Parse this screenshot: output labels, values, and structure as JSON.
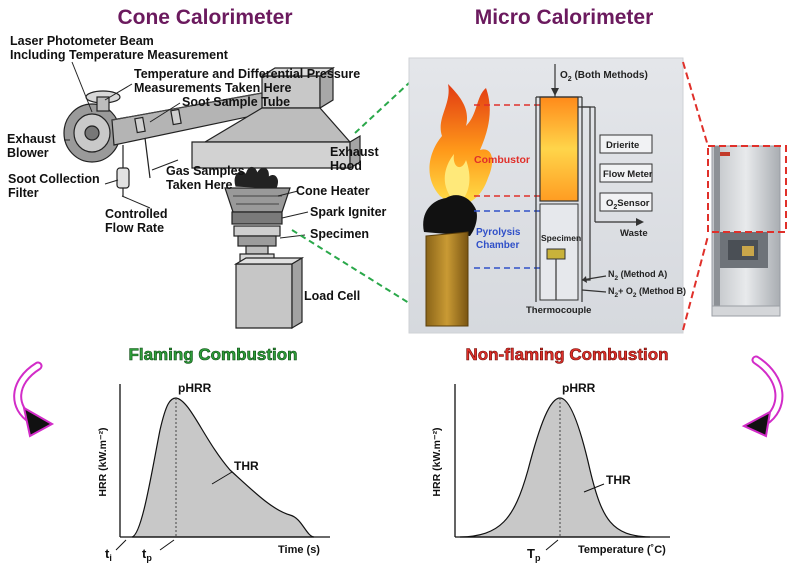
{
  "titles": {
    "cone": "Cone Calorimeter",
    "micro": "Micro Calorimeter",
    "flaming": "Flaming Combustion",
    "nonflaming": "Non-flaming Combustion"
  },
  "colors": {
    "cone_title": "#6b1a5e",
    "micro_title": "#6b1a5e",
    "flaming_text": "#2e9e3a",
    "nonflaming_text": "#e0302a",
    "green_dash": "#2aa84a",
    "red_dash": "#e0302a",
    "arrow_outline": "#d22cc8"
  },
  "cone_labels": {
    "laser": "Laser Photometer Beam",
    "laser2": "Including Temperature Measurement",
    "temp": "Temperature and Differential Pressure",
    "temp2": "Measurements Taken Here",
    "soot_tube": "Soot Sample Tube",
    "exhaust_blower": "Exhaust",
    "exhaust_blower2": "Blower",
    "exhaust_hood": "Exhaust",
    "exhaust_hood2": "Hood",
    "soot_filter": "Soot Collection",
    "soot_filter2": "Filter",
    "gas_samples": "Gas Samples",
    "gas_samples2": "Taken Here",
    "controlled": "Controlled",
    "controlled2": "Flow Rate",
    "cone_heater": "Cone Heater",
    "spark": "Spark Igniter",
    "specimen": "Specimen",
    "load_cell": "Load Cell"
  },
  "micro_labels": {
    "o2_top": "O",
    "o2_sub": "2",
    "both": " (Both Methods)",
    "combustor": "Combustor",
    "pyrolysis": "Pyrolysis",
    "chamber": "Chamber",
    "specimen": "Specimen",
    "thermocouple": "Thermocouple",
    "drierite": "Drierite",
    "flowmeter": "Flow Meter",
    "o2sensor_o": "O",
    "o2sensor_sub": "2",
    "o2sensor": "Sensor",
    "waste": "Waste",
    "n2a_n": "N",
    "n2a_sub": "2",
    "n2a": " (Method A)",
    "n2b_n": "N",
    "n2b_sub": "2",
    "n2b_plus": "+ O",
    "n2b_sub2": "2",
    "n2b": " (Method B)"
  },
  "chart_data": [
    {
      "type": "area",
      "ylabel": "HRR (kW.m⁻²)",
      "xlabel": "Time (s)",
      "peak_label": "pHRR",
      "area_label": "THR",
      "markers": [
        {
          "name": "t",
          "sub": "i"
        },
        {
          "name": "t",
          "sub": "p"
        }
      ]
    },
    {
      "type": "area",
      "ylabel": "HRR (kW.m⁻²)",
      "xlabel": "Temperature (˚C)",
      "peak_label": "pHRR",
      "area_label": "THR",
      "markers": [
        {
          "name": "T",
          "sub": "p"
        }
      ]
    }
  ]
}
